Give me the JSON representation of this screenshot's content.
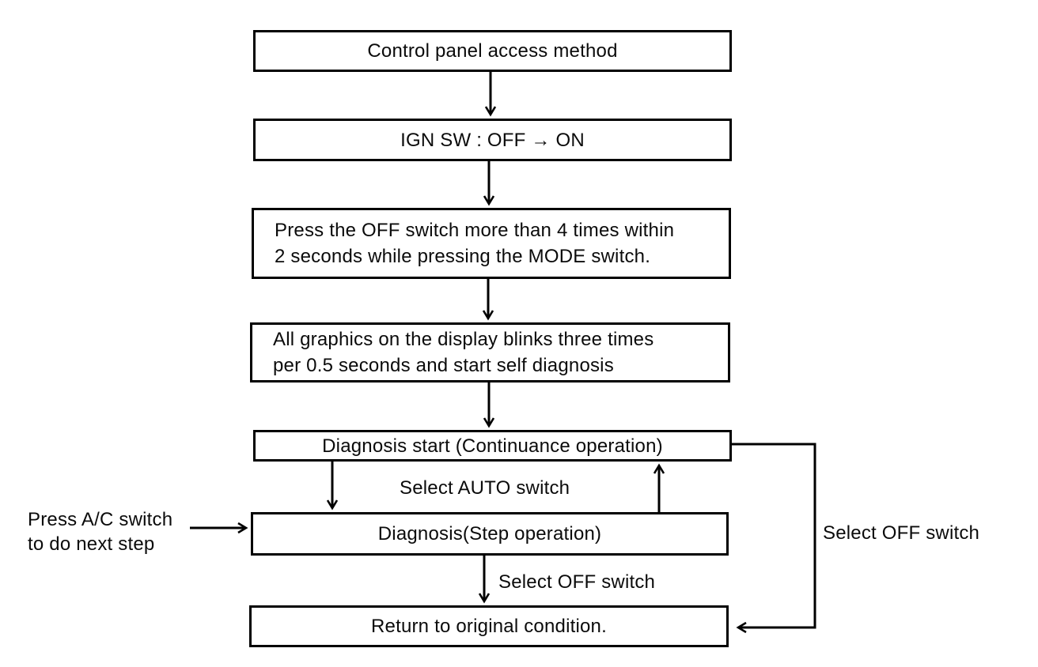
{
  "flowchart": {
    "boxes": [
      {
        "lines": [
          "Control panel access method"
        ]
      },
      {
        "lines": [
          "IGN SW : OFF → ON"
        ]
      },
      {
        "lines": [
          "Press the OFF switch more than 4 times within",
          "2 seconds while pressing the MODE switch."
        ]
      },
      {
        "lines": [
          "All graphics on the display blinks three times",
          "per 0.5 seconds and start self diagnosis"
        ]
      },
      {
        "lines": [
          "Diagnosis start (Continuance operation)"
        ]
      },
      {
        "lines": [
          "Diagnosis(Step operation)"
        ]
      },
      {
        "lines": [
          "Return to original condition."
        ]
      }
    ],
    "edge_labels": {
      "select_auto_switch": "Select AUTO switch",
      "select_off_switch_down": "Select OFF switch",
      "select_off_switch_right": "Select OFF switch",
      "press_ac_note_line1": "Press A/C switch",
      "press_ac_note_line2": "to do next step"
    },
    "colors": {
      "line": "#000000",
      "text": "#0b0b0b",
      "background": "#ffffff"
    }
  }
}
